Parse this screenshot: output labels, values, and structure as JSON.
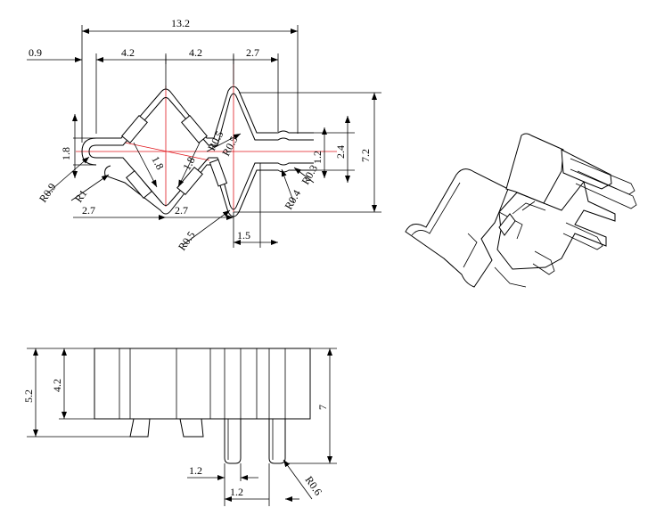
{
  "top_view": {
    "overall_width": "13.2",
    "left_offset": "0.9",
    "seg_1": "4.2",
    "seg_2": "4.2",
    "seg_3": "2.7",
    "overall_height": "7.2",
    "inner_height": "2.4",
    "slot_height": "1.2",
    "left_loop_height": "1.8",
    "radius_left_loop": "R0.9",
    "radius_left_hook": "R1",
    "bottom_left_offset": "2.7",
    "bottom_mid_offset": "2.7",
    "radius_bottom_center": "R0.5",
    "bottom_right_width": "1.5",
    "radius_slot": "R0.4",
    "radius_tip": "R0.3",
    "radius_mid_bend": "R0.5",
    "radius_mid_bend_2": "R0.5",
    "diag_1": "1.8",
    "diag_2": "1.8"
  },
  "side_view": {
    "body_height": "5.2",
    "inner_height": "4.2",
    "total_height": "7",
    "pin_width_1": "1.2",
    "pin_width_2": "1.2",
    "pin_radius": "R0.6"
  }
}
